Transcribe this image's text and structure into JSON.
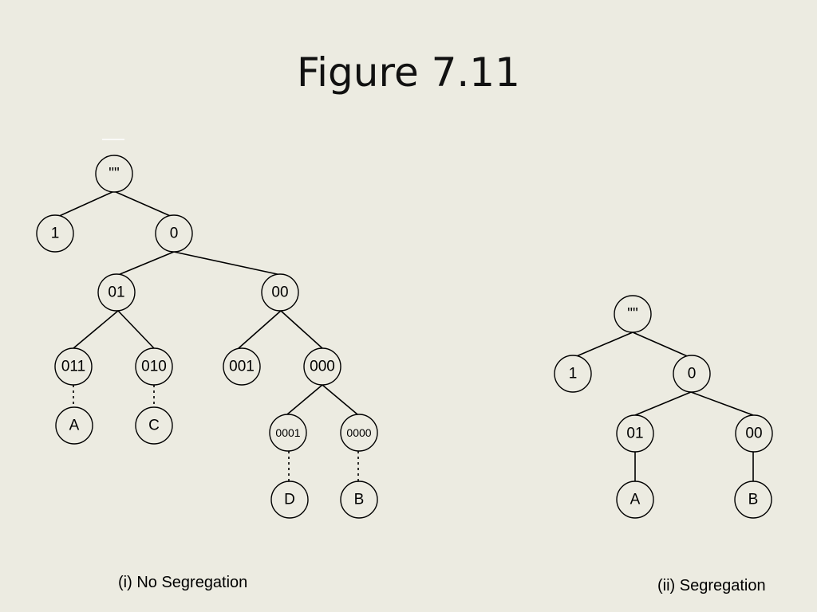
{
  "title": "Figure 7.11",
  "trees": [
    {
      "caption": "(i) No Segregation",
      "nodes": [
        "\"\"",
        "1",
        "0",
        "01",
        "00",
        "011",
        "010",
        "001",
        "000",
        "A",
        "C",
        "0001",
        "0000",
        "D",
        "B"
      ]
    },
    {
      "caption": "(ii) Segregation",
      "nodes": [
        "\"\"",
        "1",
        "0",
        "01",
        "00",
        "A",
        "B"
      ]
    }
  ]
}
